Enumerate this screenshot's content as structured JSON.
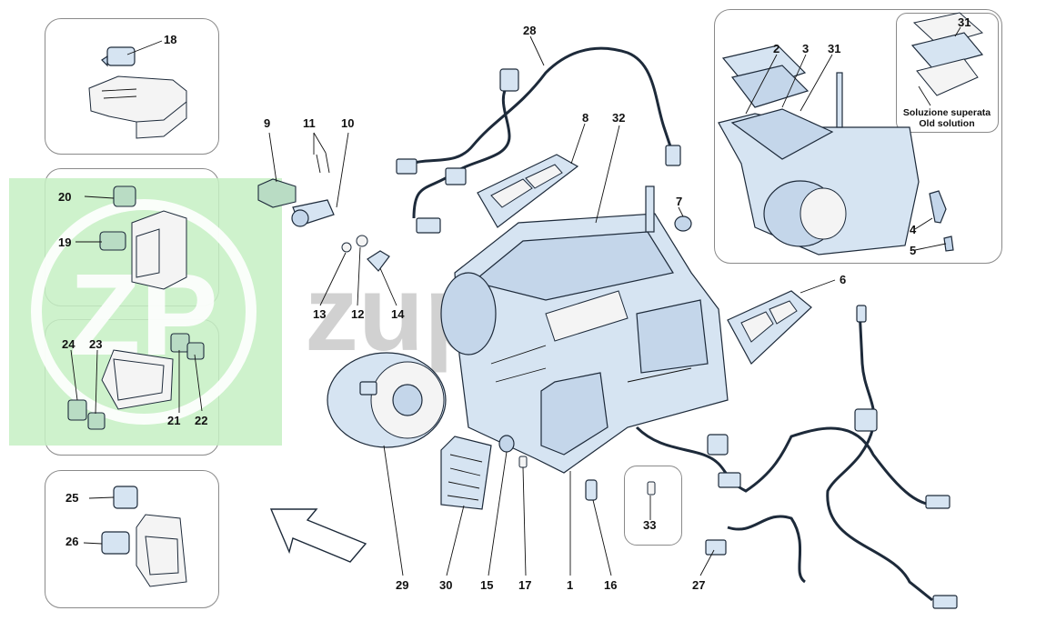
{
  "watermark": {
    "text": "zuparts",
    "logo": "ZP",
    "color": "#c6f0c3"
  },
  "note": {
    "line1": "Soluzione superata",
    "line2": "Old solution"
  },
  "colors": {
    "part_fill": "#d6e4f2",
    "outline": "#1d2a3a",
    "highlight": "#b9dcc4",
    "watermark_green": "#c6f0c3"
  },
  "callouts": {
    "c1": "1",
    "c2": "2",
    "c3": "3",
    "c4": "4",
    "c5": "5",
    "c6": "6",
    "c7": "7",
    "c8": "8",
    "c9": "9",
    "c10": "10",
    "c11": "11",
    "c12": "12",
    "c13": "13",
    "c14": "14",
    "c15": "15",
    "c16": "16",
    "c17": "17",
    "c18": "18",
    "c19": "19",
    "c20": "20",
    "c21": "21",
    "c22": "22",
    "c23": "23",
    "c24": "24",
    "c25": "25",
    "c26": "26",
    "c27": "27",
    "c28": "28",
    "c29": "29",
    "c30": "30",
    "c31a": "31",
    "c31b": "31",
    "c32": "32",
    "c33": "33"
  }
}
